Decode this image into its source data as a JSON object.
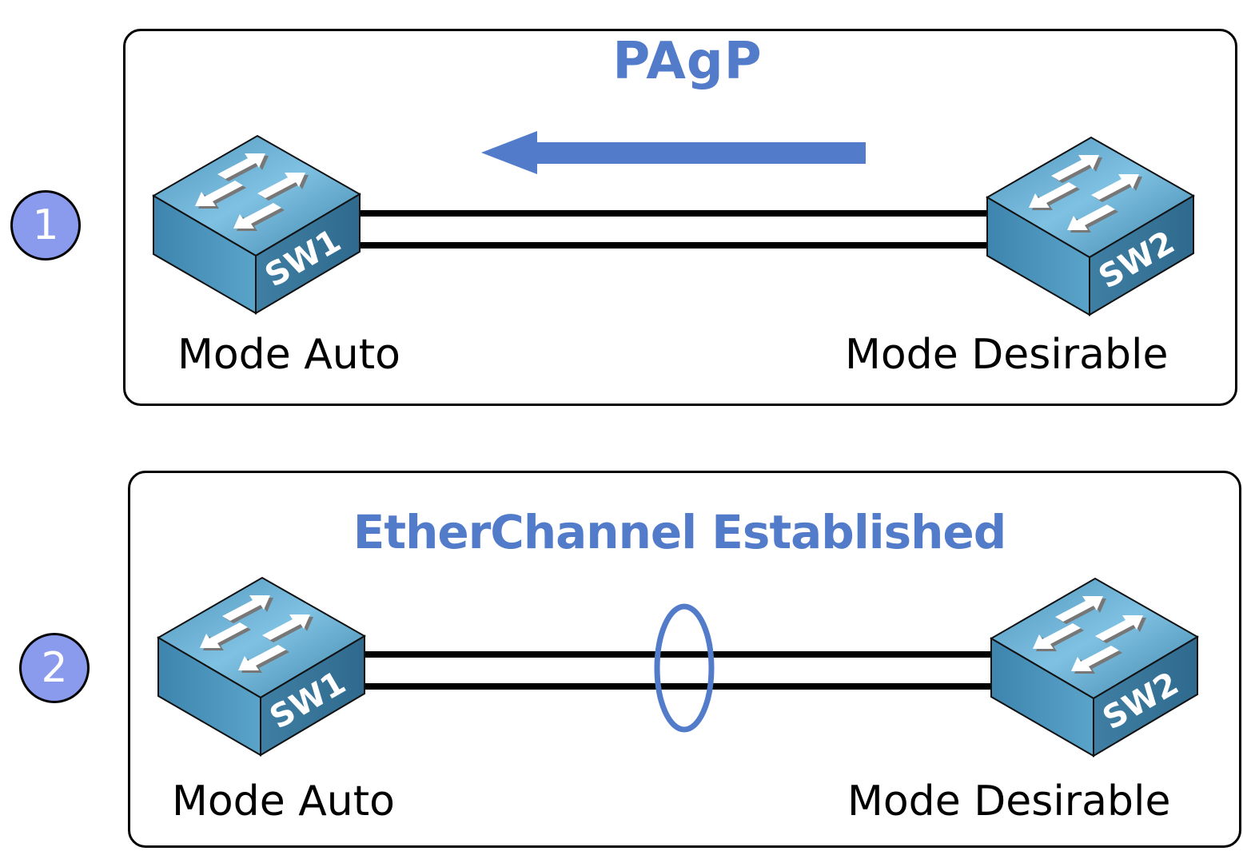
{
  "colors": {
    "accent": "#527bc9",
    "step_badge": "#8a9bee",
    "switch_top": "#5fa8cf",
    "switch_side": "#3b7fa6",
    "link": "#000000"
  },
  "panels": [
    {
      "step": "1",
      "title": "PAgP",
      "arrow_direction": "left",
      "left_switch": {
        "name": "SW1",
        "mode": "Mode Auto"
      },
      "right_switch": {
        "name": "SW2",
        "mode": "Mode Desirable"
      },
      "links": 2,
      "bundled": false
    },
    {
      "step": "2",
      "title": "EtherChannel Established",
      "left_switch": {
        "name": "SW1",
        "mode": "Mode Auto"
      },
      "right_switch": {
        "name": "SW2",
        "mode": "Mode Desirable"
      },
      "links": 2,
      "bundled": true
    }
  ]
}
